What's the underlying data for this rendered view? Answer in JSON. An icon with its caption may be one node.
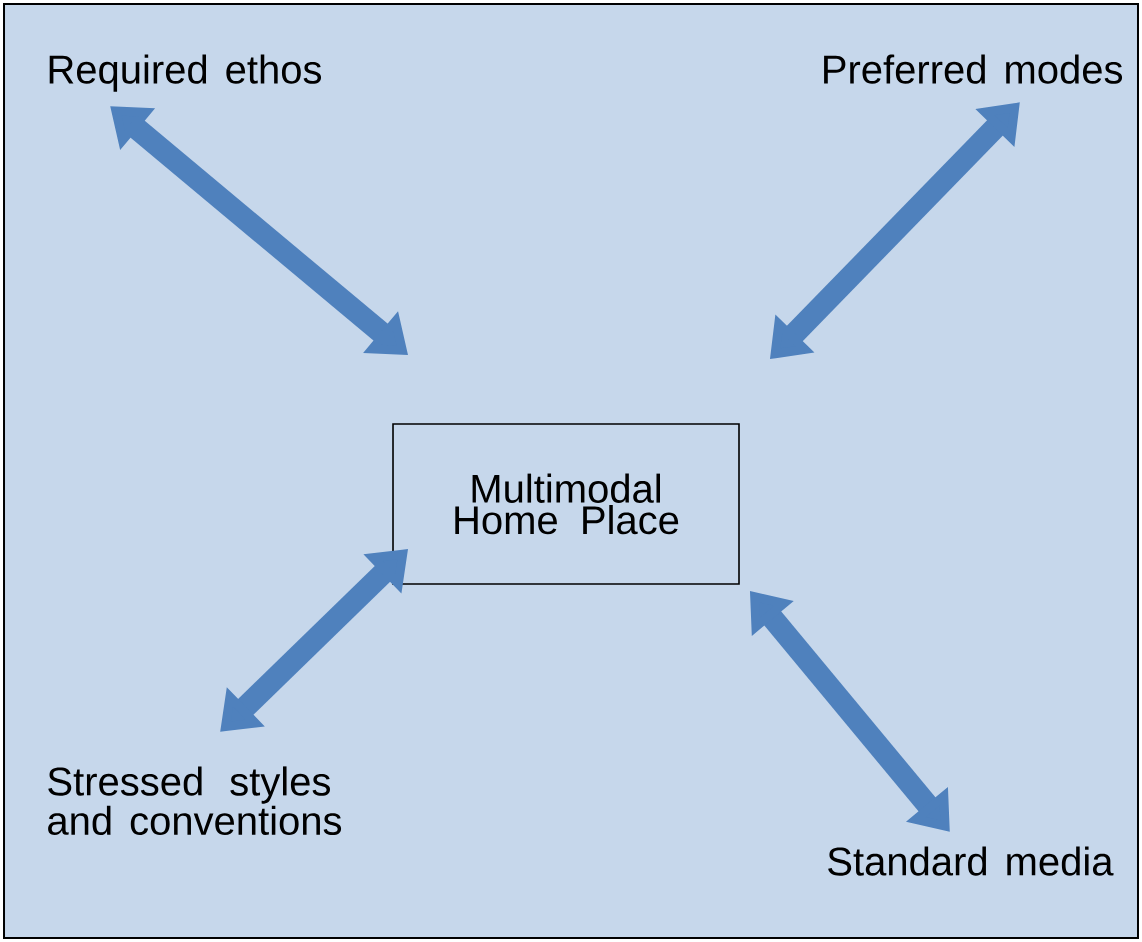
{
  "diagram": {
    "nodes": [
      {
        "text": [
          "Required ethos"
        ]
      },
      {
        "text": [
          "Preferred modes"
        ]
      },
      {
        "text": [
          "Multimodal Home Place"
        ]
      },
      {
        "text": [
          "Stressed styles and conventions"
        ]
      },
      {
        "text": [
          "Standard media"
        ]
      }
    ],
    "edges": [
      {
        "from": 2,
        "to": 0,
        "arrow": "both"
      },
      {
        "from": 2,
        "to": 1,
        "arrow": "both"
      },
      {
        "from": 2,
        "to": 3,
        "arrow": "both"
      },
      {
        "from": 2,
        "to": 4,
        "arrow": "both"
      }
    ]
  }
}
